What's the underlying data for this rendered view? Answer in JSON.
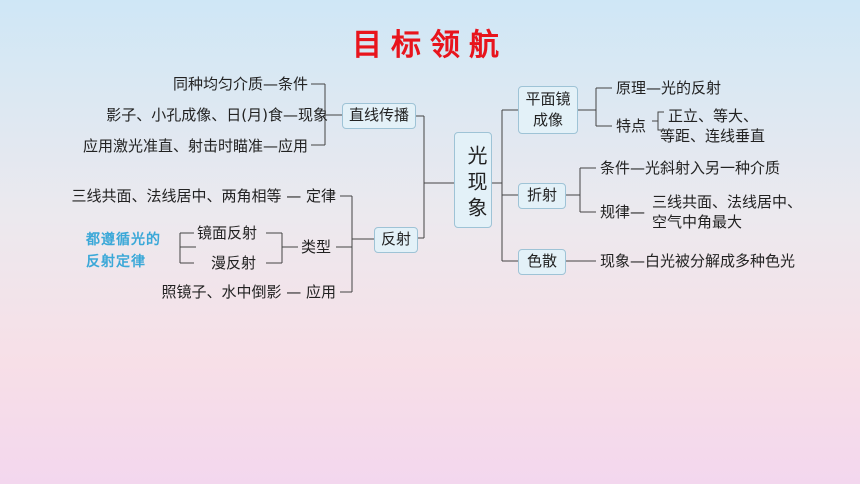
{
  "title": "目标领航",
  "center": "光现象",
  "left": {
    "straight": {
      "label": "直线传播",
      "items": [
        "同种均匀介质—条件",
        "影子、小孔成像、日(月)食—现象",
        "应用激光准直、射击时瞄准—应用"
      ]
    },
    "reflect": {
      "label": "反射",
      "law": "三线共面、法线居中、两角相等 — 定律",
      "type_label": "类型",
      "types": [
        "镜面反射",
        "漫反射"
      ],
      "note": [
        "都遵循光的",
        "反射定律"
      ],
      "app": "照镜子、水中倒影 — 应用"
    }
  },
  "right": {
    "mirror": {
      "label": [
        "平面镜",
        "成像"
      ],
      "principle": "原理—光的反射",
      "feature_label": "特点",
      "features": [
        "正立、等大、",
        "等距、连线垂直"
      ]
    },
    "refract": {
      "label": "折射",
      "condition": "条件—光斜射入另一种介质",
      "law_label": "规律—",
      "law": [
        "三线共面、法线居中、",
        "空气中角最大"
      ]
    },
    "dispersion": {
      "label": "色散",
      "phenomenon": "现象—白光被分解成多种色光"
    }
  }
}
